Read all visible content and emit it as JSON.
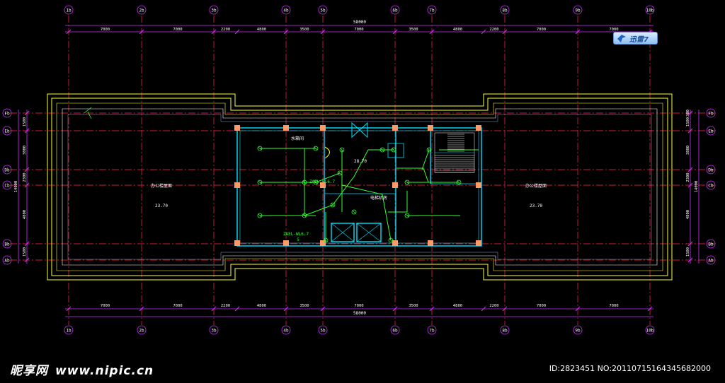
{
  "drawing": {
    "axes_top": [
      "1b",
      "2b",
      "3b",
      "4b",
      "5b",
      "6b",
      "7b",
      "8b",
      "9b",
      "10b"
    ],
    "axes_bottom": [
      "1b",
      "2b",
      "3b",
      "4b",
      "5b",
      "6b",
      "7b",
      "8b",
      "9b",
      "10b"
    ],
    "axes_left": [
      "Fb",
      "Eb",
      "Db",
      "Cb",
      "Bb",
      "Ab"
    ],
    "axes_right": [
      "Fb",
      "Eb",
      "Db",
      "Cb",
      "Bb",
      "Ab"
    ],
    "total_top": "58000",
    "total_bottom": "58000",
    "segments_top": [
      "7000",
      "7000",
      "2200",
      "4800",
      "3500",
      "7000",
      "3500",
      "4800",
      "2200",
      "7000",
      "7000"
    ],
    "segments_bottom": [
      "7000",
      "7000",
      "2200",
      "4800",
      "3500",
      "7000",
      "3500",
      "4800",
      "2200",
      "7000",
      "7000"
    ],
    "left_dims": [
      "1500",
      "3800",
      "2300",
      "4800",
      "1500"
    ],
    "left_total": "14000",
    "right_dims": [
      "1500",
      "3800",
      "2300",
      "4800",
      "1500"
    ],
    "right_total": "14000",
    "right_top_small": "300",
    "rooms": {
      "left_roof": "办公楼屋面",
      "left_roof_elev": "23.70",
      "right_roof": "办公楼屋面",
      "right_roof_elev": "23.70",
      "water_tank": "水箱间",
      "machine_room": "电梯机房",
      "center_elev": "28.70",
      "circuit_a": "ZAEL-WL6.7",
      "circuit_b": "ZAEL-WL6.7",
      "circuit_num": "5"
    },
    "colors": {
      "axis_line": "#cc1a3a",
      "dimension": "#cc33ff",
      "parapet": "#ffff33",
      "wall": "#00e0ff",
      "electrical": "#33ff33",
      "column": "#ff9966"
    }
  },
  "badge": {
    "label": "迅雷7",
    "icon": "bird-icon"
  },
  "watermark": {
    "site_name": "昵享网",
    "site_url": "www.nipic.cn",
    "image_id": "ID:2823451 NO:20110715164345682000"
  }
}
